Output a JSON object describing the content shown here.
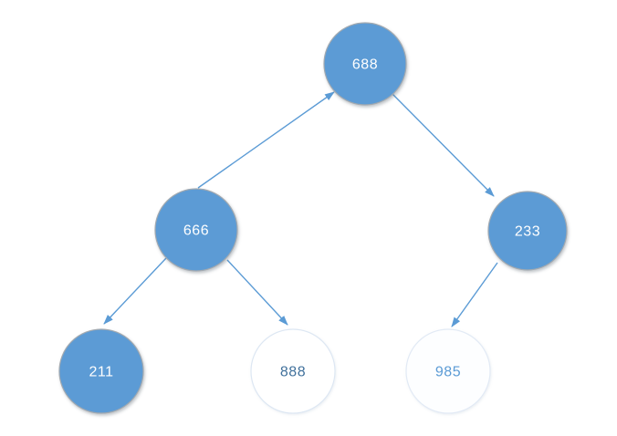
{
  "diagram": {
    "kind": "binary-tree",
    "theme": {
      "background": "#ffffff",
      "edge_color": "#5b9bd5",
      "filled_node_fill": "#5b9bd5",
      "filled_node_stroke": "#a2a9b0",
      "empty_node_fill": "#ffffff",
      "empty_node_stroke": "#dde7f3",
      "filled_label_color": "#ffffff"
    },
    "nodes": [
      {
        "id": "688",
        "label": "688",
        "variant": "filled",
        "role": "root",
        "fill": "#5b9bd5",
        "stroke": "#a2a9b0",
        "label_color": "#ffffff"
      },
      {
        "id": "666",
        "label": "666",
        "variant": "filled",
        "role": "left-child",
        "fill": "#5b9bd5",
        "stroke": "#a2a9b0",
        "label_color": "#ffffff"
      },
      {
        "id": "233",
        "label": "233",
        "variant": "filled",
        "role": "right-child",
        "fill": "#5b9bd5",
        "stroke": "#a2a9b0",
        "label_color": "#ffffff"
      },
      {
        "id": "211",
        "label": "211",
        "variant": "filled",
        "role": "leaf",
        "fill": "#5b9bd5",
        "stroke": "#a2a9b0",
        "label_color": "#ffffff"
      },
      {
        "id": "888",
        "label": "888",
        "variant": "empty",
        "role": "leaf",
        "fill": "#ffffff",
        "stroke": "#dde7f3",
        "label_color": "#41719c"
      },
      {
        "id": "985",
        "label": "985",
        "variant": "empty",
        "role": "leaf",
        "fill": "#fdfeff",
        "stroke": "#e2eaf5",
        "label_color": "#5b9bd5"
      }
    ],
    "edges": [
      {
        "from": "666",
        "to": "688",
        "arrowhead_at": "688"
      },
      {
        "from": "688",
        "to": "233",
        "arrowhead_at": "233"
      },
      {
        "from": "666",
        "to": "211",
        "arrowhead_at": "211"
      },
      {
        "from": "666",
        "to": "888",
        "arrowhead_at": "888"
      },
      {
        "from": "233",
        "to": "985",
        "arrowhead_at": "985"
      }
    ]
  }
}
